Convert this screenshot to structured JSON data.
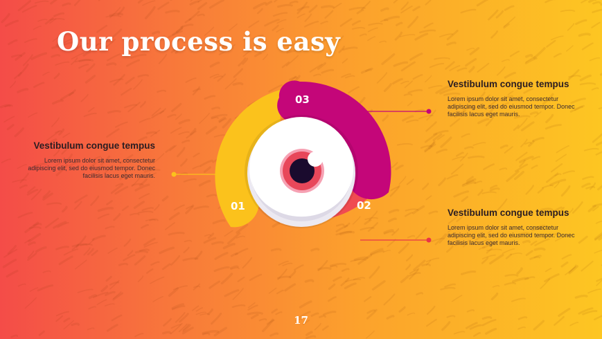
{
  "slide": {
    "title": "Our process is easy",
    "page_number": "17"
  },
  "colors": {
    "background_start": "#f44c48",
    "background_end": "#fdc622",
    "step_01": "#fbc21c",
    "step_02": "#f04b51",
    "step_03": "#c40679",
    "eye_iris": "#e8475a",
    "eye_pupil": "#1a0b2e"
  },
  "steps": [
    {
      "number": "01",
      "heading": "Vestibulum congue tempus",
      "body": "Lorem ipsum dolor sit amet, consectetur adipiscing elit, sed do eiusmod tempor. Donec facilisis lacus eget mauris."
    },
    {
      "number": "02",
      "heading": "Vestibulum congue tempus",
      "body": "Lorem ipsum dolor sit amet, consectetur adipiscing elit, sed do eiusmod tempor. Donec facilisis lacus eget mauris."
    },
    {
      "number": "03",
      "heading": "Vestibulum congue tempus",
      "body": "Lorem ipsum dolor sit amet, consectetur adipiscing elit, sed do eiusmod tempor. Donec facilisis lacus eget mauris."
    }
  ],
  "icons": {
    "center": "eye-icon"
  }
}
